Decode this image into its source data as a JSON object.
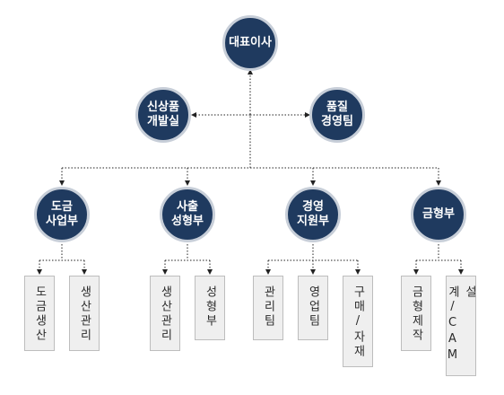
{
  "org": {
    "ceo": "대표이사",
    "new_product": "신상품\n개발실",
    "quality": "품질\n경영팀",
    "divisions": [
      {
        "name": "도금\n사업부",
        "teams": [
          "도금생산",
          "생산관리"
        ]
      },
      {
        "name": "사출\n성형부",
        "teams": [
          "생산관리",
          "성형부"
        ]
      },
      {
        "name": "경영\n지원부",
        "teams": [
          "관리팀",
          "영업팀",
          "구매/자재"
        ]
      },
      {
        "name": "금형부",
        "teams": [
          "금형제작",
          "설계/CAM"
        ]
      }
    ]
  },
  "colors": {
    "node_fill": "#1f3a5f",
    "node_ring": "#c7ced8",
    "box_fill": "#efefef",
    "line": "#222222"
  }
}
